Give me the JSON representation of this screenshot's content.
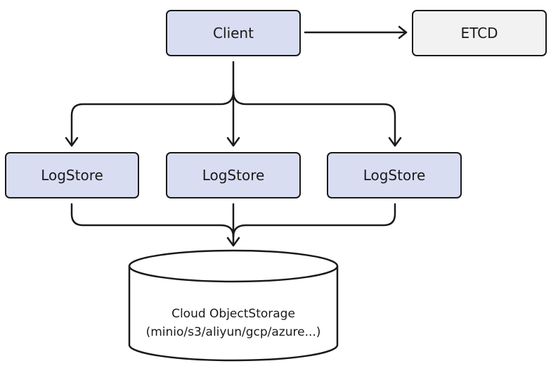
{
  "nodes": {
    "client": "Client",
    "etcd": "ETCD",
    "logstores": [
      "LogStore",
      "LogStore",
      "LogStore"
    ]
  },
  "storage": {
    "title": "Cloud ObjectStorage",
    "subtitle": "(minio/s3/aliyun/gcp/azure...)"
  },
  "colors": {
    "node_fill": "#d8ddf2",
    "etcd_fill": "#f2f2f2",
    "stroke": "#1a1a1a"
  }
}
